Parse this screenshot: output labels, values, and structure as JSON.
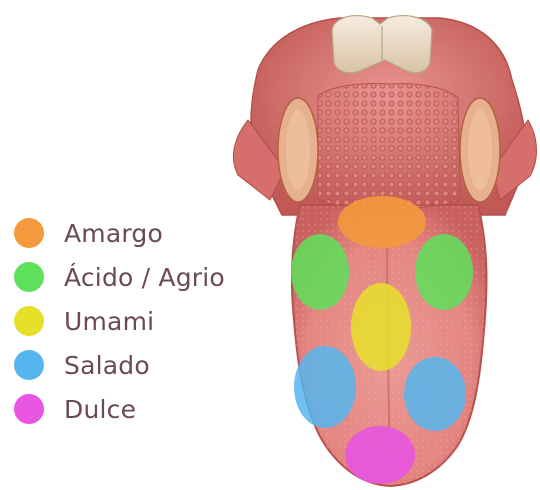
{
  "legend": {
    "items": [
      {
        "key": "amargo",
        "label": "Amargo",
        "color": "#f39a3c"
      },
      {
        "key": "acido",
        "label": "Ácido / Agrio",
        "color": "#5ee05a"
      },
      {
        "key": "umami",
        "label": "Umami",
        "color": "#e6e02a"
      },
      {
        "key": "salado",
        "label": "Salado",
        "color": "#55b6ee"
      },
      {
        "key": "dulce",
        "label": "Dulce",
        "color": "#e855e0"
      }
    ]
  },
  "diagram": {
    "colors": {
      "tongue": "#e48682",
      "tongue_dark": "#c9615f",
      "throat": "#d9736f",
      "epiglottis": "#efe0cc",
      "tonsil": "#e7b08e",
      "papillae": "#cf6d69"
    },
    "zones": [
      {
        "taste": "amargo",
        "opacity": 0.9
      },
      {
        "taste": "acido",
        "side": "left",
        "opacity": 0.85
      },
      {
        "taste": "acido",
        "side": "right",
        "opacity": 0.85
      },
      {
        "taste": "umami",
        "opacity": 0.85
      },
      {
        "taste": "salado",
        "side": "left",
        "opacity": 0.85
      },
      {
        "taste": "salado",
        "side": "right",
        "opacity": 0.85
      },
      {
        "taste": "dulce",
        "opacity": 0.9
      }
    ]
  }
}
